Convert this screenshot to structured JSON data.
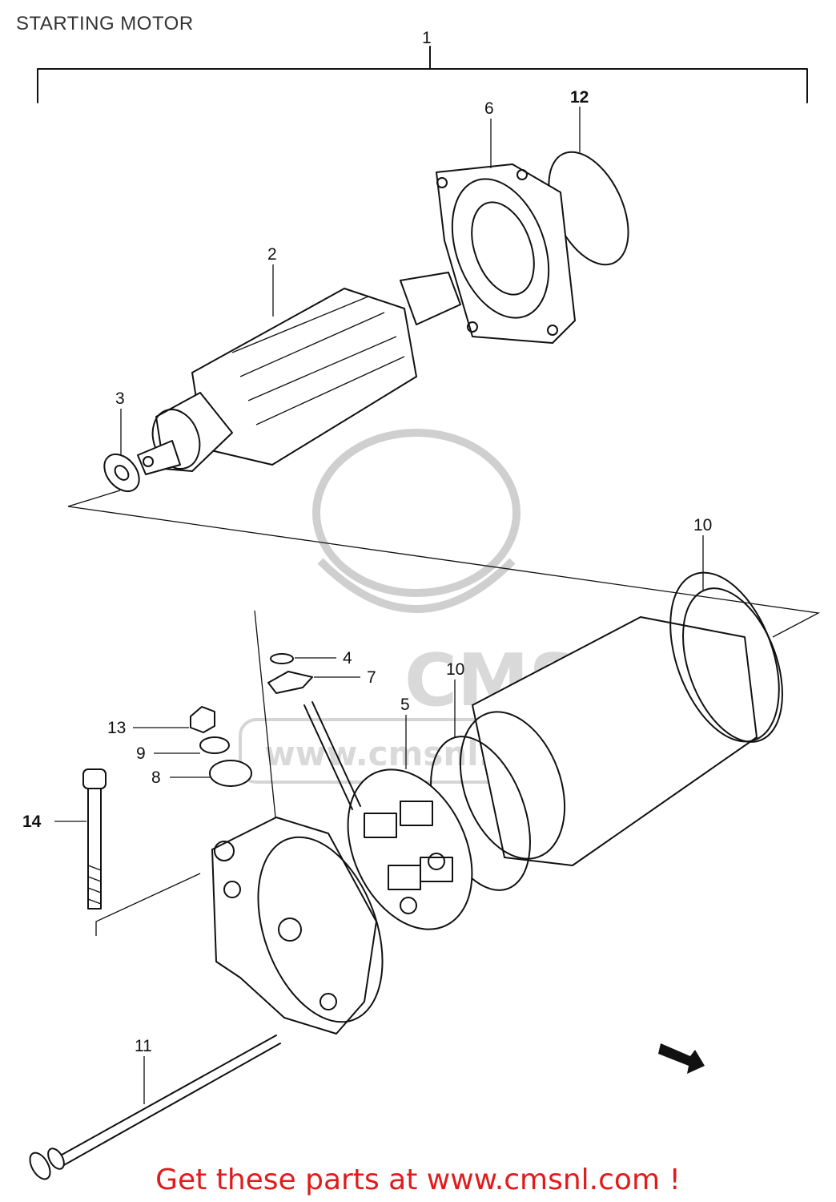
{
  "title": "STARTING MOTOR",
  "footer": "Get these parts at www.cmsnl.com !",
  "watermark": {
    "brand": "CMS",
    "url": "www.cmsnl.com"
  },
  "callouts": [
    {
      "id": "c1",
      "text": "1"
    },
    {
      "id": "c2",
      "text": "2"
    },
    {
      "id": "c3",
      "text": "3"
    },
    {
      "id": "c4",
      "text": "4"
    },
    {
      "id": "c5",
      "text": "5"
    },
    {
      "id": "c6",
      "text": "6"
    },
    {
      "id": "c7",
      "text": "7"
    },
    {
      "id": "c8",
      "text": "8"
    },
    {
      "id": "c9",
      "text": "9"
    },
    {
      "id": "c10a",
      "text": "10"
    },
    {
      "id": "c10b",
      "text": "10"
    },
    {
      "id": "c11",
      "text": "11"
    },
    {
      "id": "c12",
      "text": "12"
    },
    {
      "id": "c13",
      "text": "13"
    },
    {
      "id": "c14",
      "text": "14"
    }
  ],
  "colors": {
    "footer": "#e11b1b",
    "lines": "#111111",
    "watermark": "#cfcfcf"
  }
}
